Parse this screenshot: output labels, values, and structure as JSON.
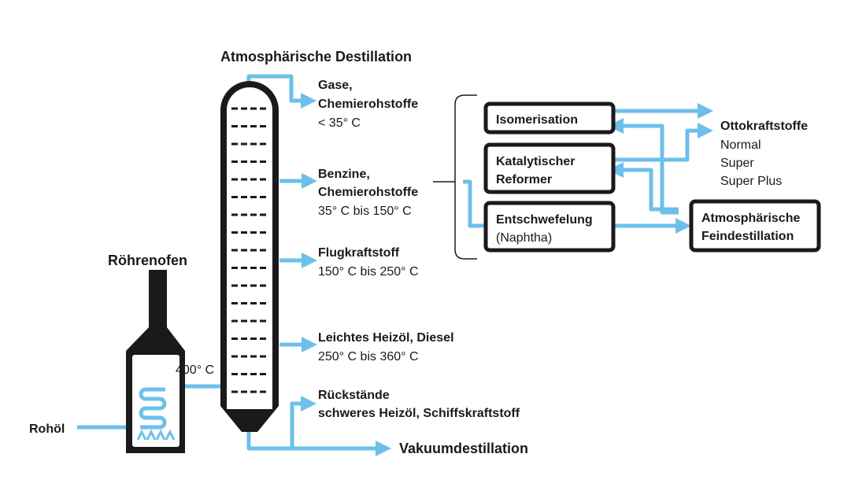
{
  "colors": {
    "flow": "#6cc0ea",
    "ink": "#1a1a1a",
    "background": "#ffffff"
  },
  "column_title": "Atmosphärische Destillation",
  "furnace_title": "Röhrenofen",
  "input_label": "Rohöl",
  "furnace_temperature": "400° C",
  "outputs": {
    "gases": {
      "name1": "Gase,",
      "name2": "Chemierohstoffe",
      "range": "< 35° C"
    },
    "petrol": {
      "name1": "Benzine,",
      "name2": "Chemierohstoffe",
      "range": "35° C bis 150° C"
    },
    "jet_fuel": {
      "name": "Flugkraftstoff",
      "range": "150° C bis 250° C"
    },
    "light_heating_oil": {
      "name": "Leichtes Heizöl, Diesel",
      "range": "250° C bis 360° C"
    },
    "residues": {
      "line1": "Rückstände",
      "line2": "schweres Heizöl, Schiffskraftstoff"
    },
    "vacuum": {
      "name": "Vakuumdestillation"
    }
  },
  "processes": {
    "isomerisation": {
      "label": "Isomerisation"
    },
    "reformer": {
      "line1": "Katalytischer",
      "line2": "Reformer"
    },
    "desulfurization": {
      "line1": "Entschwefelung",
      "line2": "(Naphtha)"
    },
    "fine_distillation": {
      "line1": "Atmosphärische",
      "line2": "Feindestillation"
    }
  },
  "gasoline": {
    "title": "Ottokraftstoffe",
    "grades": [
      "Normal",
      "Super",
      "Super Plus"
    ]
  }
}
